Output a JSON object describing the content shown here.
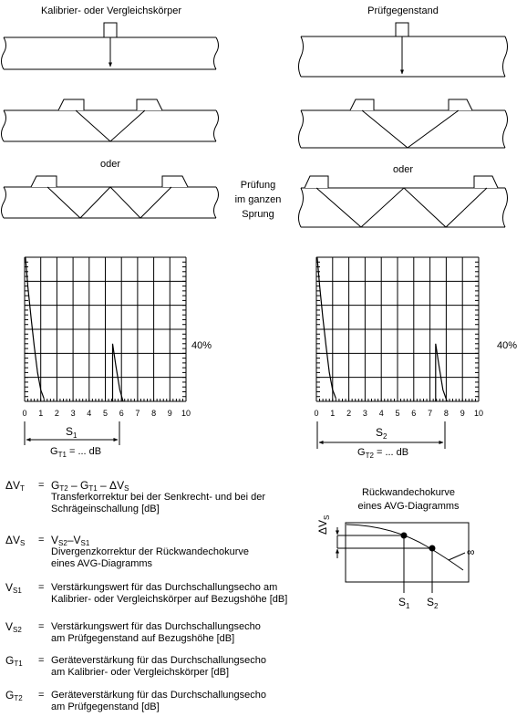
{
  "labels": {
    "left_title": "Kalibrier- oder Vergleichskörper",
    "right_title": "Prüfgegenstand",
    "oder": "oder",
    "center_note": [
      "Prüfung",
      "im ganzen",
      "Sprung"
    ],
    "percent_mark": "40%",
    "s1": "S1",
    "s2": "S2",
    "g_t1": "G",
    "g_t1_sub": "T1",
    "g_t2": "G",
    "g_t2_sub": "T2",
    "g_tail": " = ... dB"
  },
  "chart_data": [
    {
      "type": "line",
      "title": "",
      "x_ticks": [
        "0",
        "1",
        "2",
        "3",
        "4",
        "5",
        "6",
        "7",
        "8",
        "9",
        "10"
      ],
      "xlim": [
        0,
        10
      ],
      "grid": true,
      "series": [
        {
          "x": [
            0.05,
            0.2,
            0.4,
            0.6,
            0.8,
            1.0,
            1.2
          ],
          "y": [
            100,
            80,
            58,
            38,
            20,
            8,
            2
          ]
        },
        {
          "x": [
            5.45,
            5.45,
            5.65,
            5.9,
            6.1
          ],
          "y": [
            0,
            40,
            25,
            8,
            0
          ]
        }
      ]
    },
    {
      "type": "line",
      "title": "",
      "x_ticks": [
        "0",
        "1",
        "2",
        "3",
        "4",
        "5",
        "6",
        "7",
        "8",
        "9",
        "10"
      ],
      "xlim": [
        0,
        10
      ],
      "grid": true,
      "series": [
        {
          "x": [
            0.05,
            0.2,
            0.4,
            0.6,
            0.8,
            1.0,
            1.2
          ],
          "y": [
            100,
            80,
            58,
            38,
            20,
            8,
            2
          ]
        },
        {
          "x": [
            7.35,
            7.35,
            7.55,
            7.8,
            8.05
          ],
          "y": [
            0,
            40,
            25,
            8,
            0
          ]
        }
      ]
    }
  ],
  "avg": {
    "title_line1": "Rückwandechokurve",
    "title_line2": "eines AVG-Diagramms",
    "dvs": "ΔV",
    "dvs_sub": "S",
    "infinity": "∞",
    "s1": "S",
    "s1_sub": "1",
    "s2": "S",
    "s2_sub": "2"
  },
  "legend": [
    {
      "symbol": "ΔV",
      "sub": "T",
      "formula_html": "G<sub>T2</sub> – G<sub>T1</sub> – ΔV<sub>S</sub>",
      "lines": [
        "Transferkorrektur bei der Senkrecht- und bei der",
        "Schrägeinschallung [dB]"
      ]
    },
    {
      "symbol": "ΔV",
      "sub": "S",
      "formula_html": "V<sub>S2</sub>–V<sub>S1</sub>",
      "lines": [
        "Divergenzkorrektur der Rückwandechokurve",
        "eines AVG-Diagramms"
      ]
    },
    {
      "symbol": "V",
      "sub": "S1",
      "formula_html": "",
      "lines": [
        "Verstärkungswert für das Durchschallungsecho am",
        "Kalibrier- oder Vergleichskörper auf Bezugshöhe [dB]"
      ]
    },
    {
      "symbol": "V",
      "sub": "S2",
      "formula_html": "",
      "lines": [
        "Verstärkungswert für das Durchschallungsecho",
        "am Prüfgegenstand auf Bezugshöhe [dB]"
      ]
    },
    {
      "symbol": "G",
      "sub": "T1",
      "formula_html": "",
      "lines": [
        "Geräteverstärkung für das Durchschallungsecho",
        "am Kalibrier- oder Vergleichskörper [dB]"
      ]
    },
    {
      "symbol": "G",
      "sub": "T2",
      "formula_html": "",
      "lines": [
        "Geräteverstärkung für das Durchschallungsecho",
        "am Prüfgegenstand [dB]"
      ]
    }
  ]
}
